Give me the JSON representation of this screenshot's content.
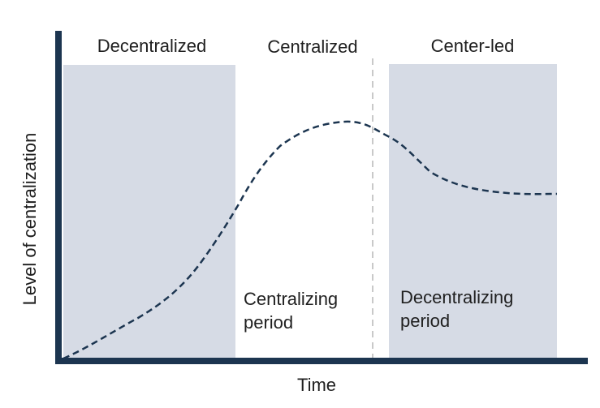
{
  "phases": {
    "decentralized": "Decentralized",
    "centralized": "Centralized",
    "center_led": "Center-led"
  },
  "periods": {
    "centralizing": [
      "Centralizing",
      "period"
    ],
    "decentralizing": [
      "Decentralizing",
      "period"
    ]
  },
  "axes": {
    "x_label": "Time",
    "y_label": "Level of centralization"
  },
  "colors": {
    "axis": "#1c3550",
    "shade": "#d6dbe5",
    "curve": "#1c3550",
    "divider": "#c9c9c9"
  }
}
